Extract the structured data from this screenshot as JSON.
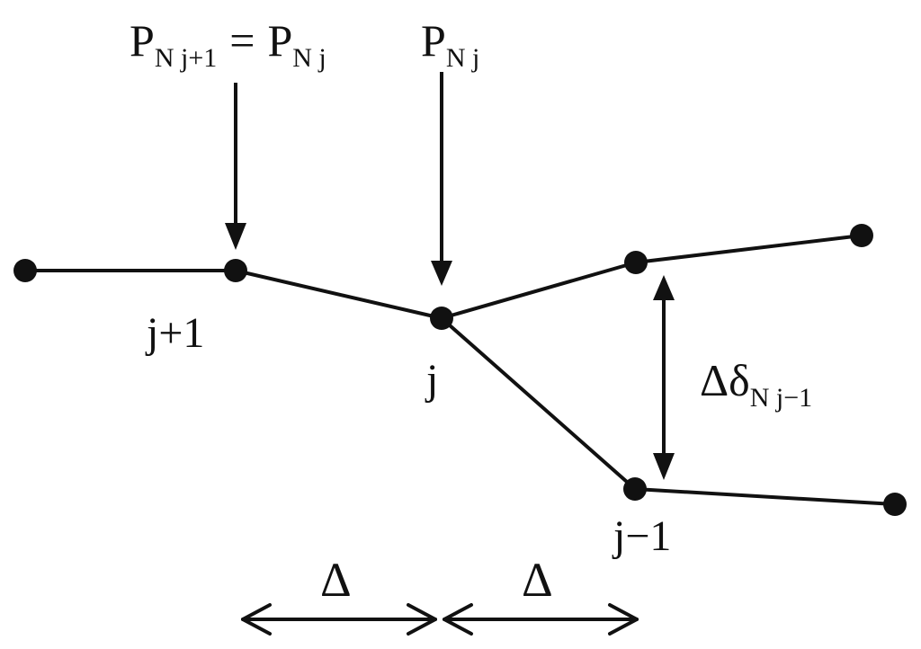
{
  "load_labels": {
    "left": {
      "lhs_main": "P",
      "lhs_sub": "N j+1",
      "equals": "=",
      "rhs_main": "P",
      "rhs_sub": "N j"
    },
    "right": {
      "main": "P",
      "sub": "N j"
    }
  },
  "node_labels": {
    "j_plus_1": "j+1",
    "j": "j",
    "j_minus_1": "j−1"
  },
  "deflection_label": {
    "main": "Δδ",
    "sub": "N j−1"
  },
  "spacing_labels": {
    "left": "Δ",
    "right": "Δ"
  }
}
